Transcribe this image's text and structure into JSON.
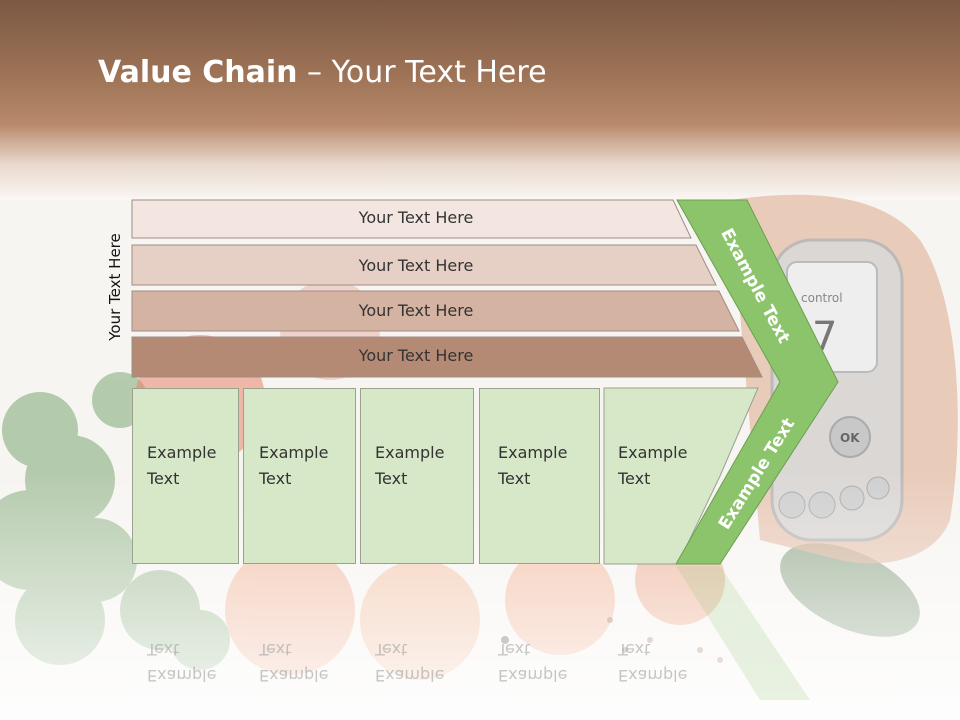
{
  "slide": {
    "title_bold": "Value Chain",
    "title_rest": " – Your Text Here",
    "side_label": "Your Text Here"
  },
  "bars": [
    {
      "label": "Your Text Here",
      "color": "#f3e6e1"
    },
    {
      "label": "Your Text Here",
      "color": "#e6d0c5"
    },
    {
      "label": "Your Text Here",
      "color": "#d4b3a2"
    },
    {
      "label": "Your Text Here",
      "color": "#b48a74"
    }
  ],
  "boxes": [
    {
      "line1": "Example",
      "line2": "Text"
    },
    {
      "line1": "Example",
      "line2": "Text"
    },
    {
      "line1": "Example",
      "line2": "Text"
    },
    {
      "line1": "Example",
      "line2": "Text"
    },
    {
      "line1": "Example",
      "line2": "Text"
    }
  ],
  "chevron": {
    "upper_label": "Example Text",
    "lower_label": "Example Text",
    "color": "#8cc46c"
  },
  "device": {
    "screen_text": "control",
    "screen_digit": "7",
    "ok_label": "OK"
  }
}
